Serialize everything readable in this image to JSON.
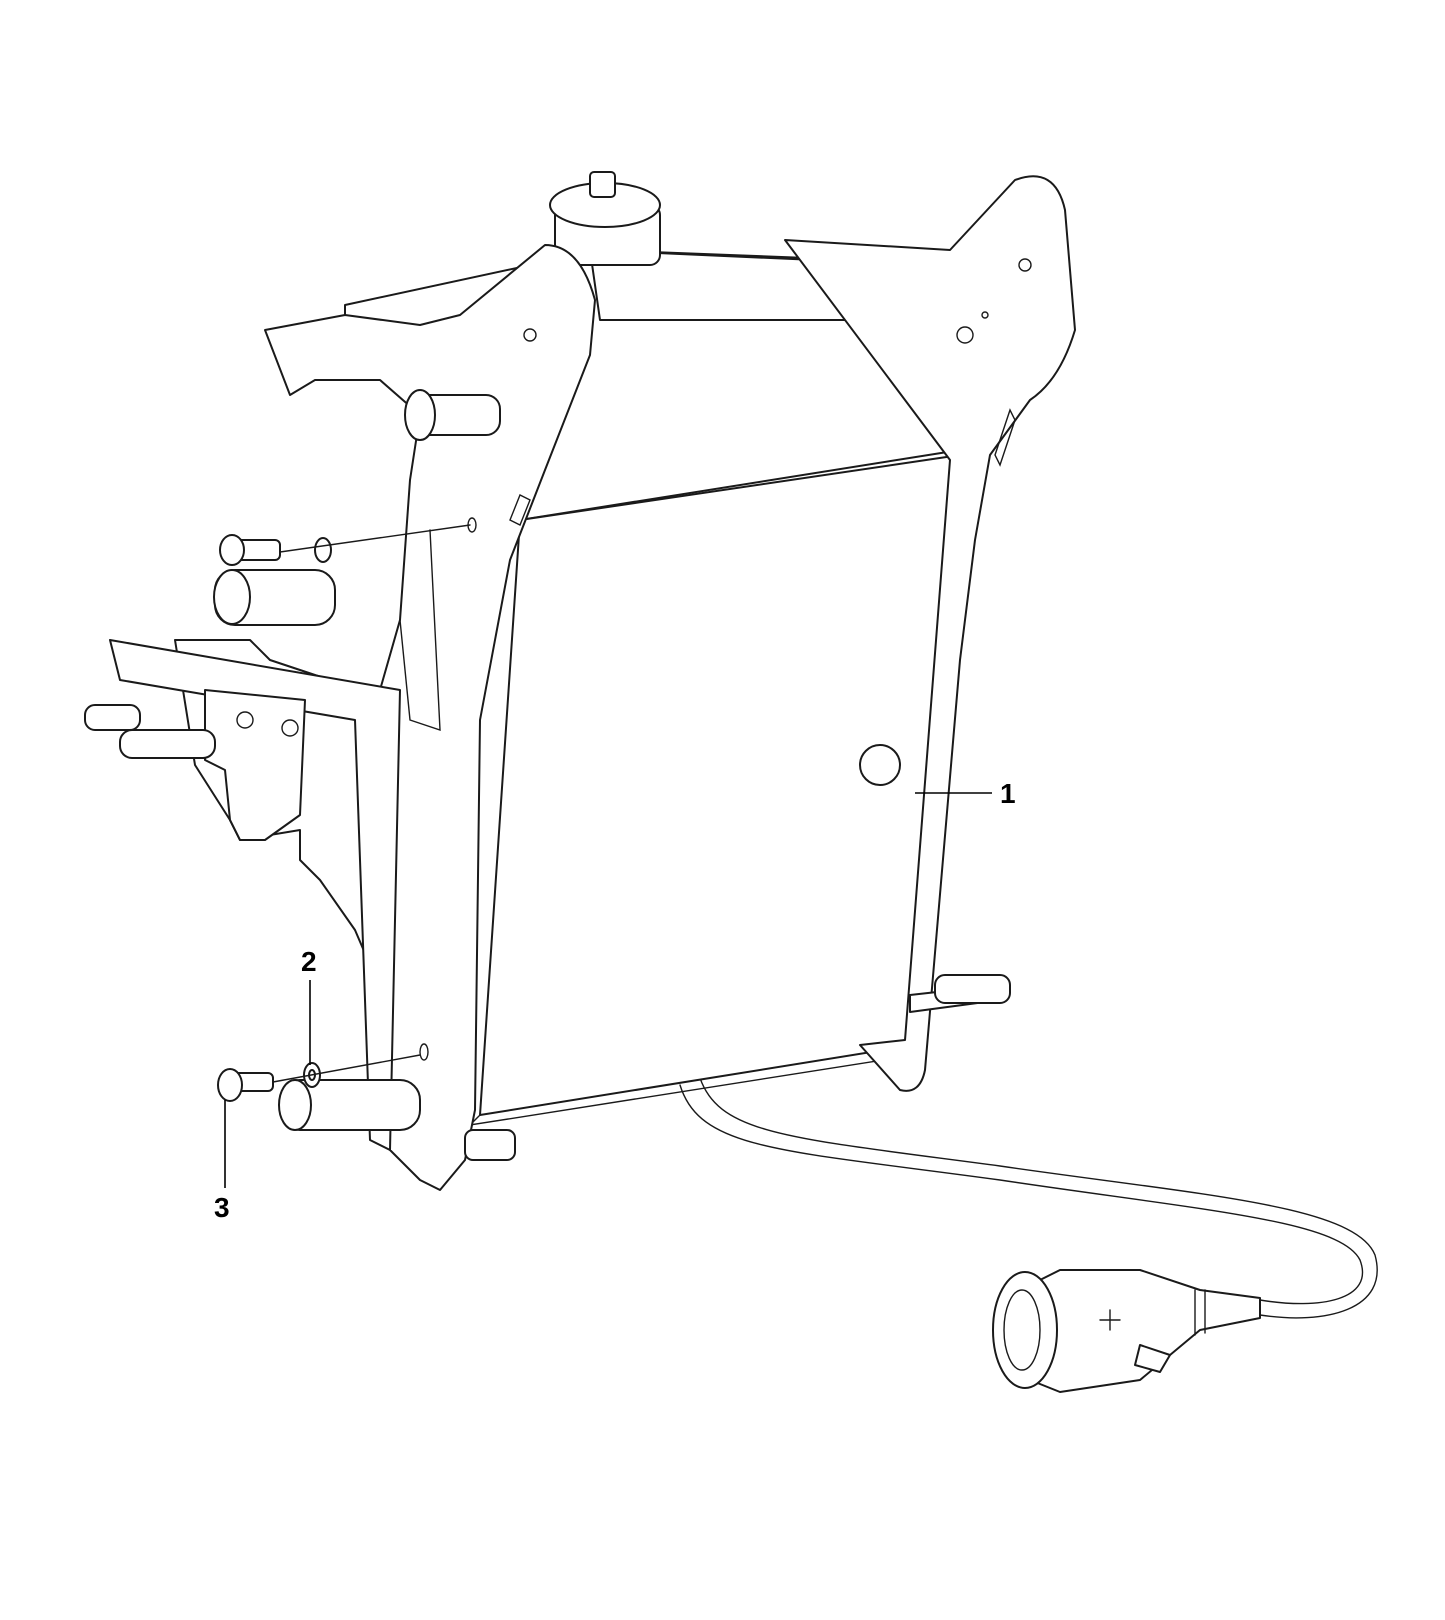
{
  "diagram": {
    "callouts": [
      {
        "id": "1",
        "label": "1"
      },
      {
        "id": "2",
        "label": "2"
      },
      {
        "id": "3",
        "label": "3"
      }
    ],
    "line_color": "#1a1a1a",
    "background": "#ffffff"
  }
}
